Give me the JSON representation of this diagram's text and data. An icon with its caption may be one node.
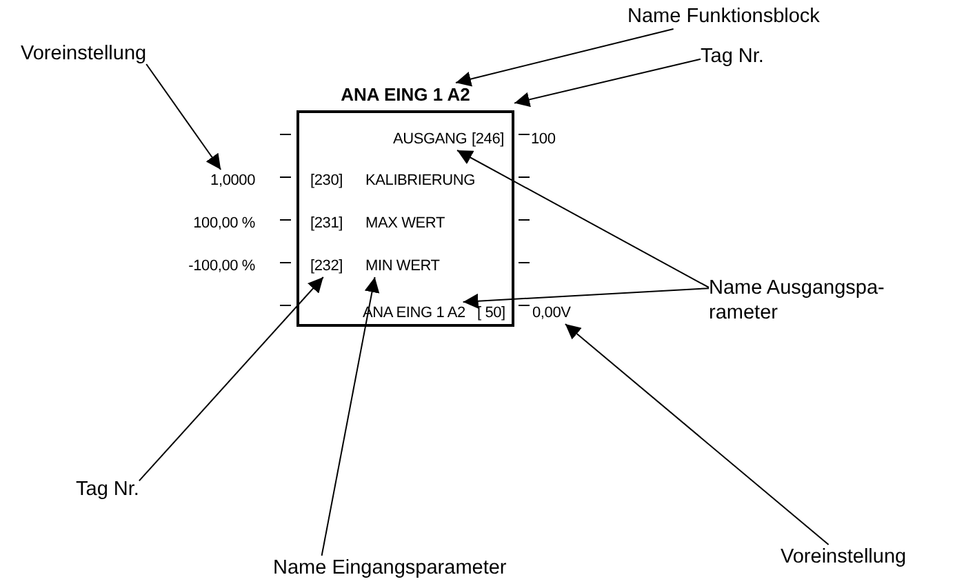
{
  "diagram": {
    "nodes": [
      {
        "text": [
          "Name Funktionsblock"
        ]
      },
      {
        "text": [
          "Tag Nr."
        ]
      },
      {
        "text": [
          "Voreinstellung"
        ]
      },
      {
        "text": [
          "ANA EING 1 A2"
        ]
      },
      {
        "text": [
          "AUSGANG"
        ],
        "in": 3
      },
      {
        "text": [
          "[246]"
        ],
        "in": 3
      },
      {
        "text": [
          "[230]"
        ],
        "in": 3
      },
      {
        "text": [
          "KALIBRIERUNG"
        ],
        "in": 3
      },
      {
        "text": [
          "[231]"
        ],
        "in": 3
      },
      {
        "text": [
          "MAX WERT"
        ],
        "in": 3
      },
      {
        "text": [
          "[232]"
        ],
        "in": 3
      },
      {
        "text": [
          "MIN WERT"
        ],
        "in": 3
      },
      {
        "text": [
          "ANA EING 1 A2"
        ],
        "in": 3
      },
      {
        "text": [
          "[ 50]"
        ],
        "in": 3
      },
      {
        "text": [
          "1,0000"
        ]
      },
      {
        "text": [
          "0,00V"
        ]
      },
      {
        "text": [
          "Name Ausgangspa- rameter"
        ]
      },
      {
        "text": [
          "Tag Nr."
        ]
      },
      {
        "text": [
          "Name Eingangsparameter"
        ]
      },
      {
        "text": [
          "Voreinstellung"
        ]
      }
    ],
    "edges": [
      {
        "from": 0,
        "to": 3,
        "arrow": "to"
      },
      {
        "from": 1,
        "to": 3,
        "arrow": "to"
      },
      {
        "from": 2,
        "to": 14,
        "arrow": "to"
      },
      {
        "from": 16,
        "to": 4,
        "arrow": "to"
      },
      {
        "from": 16,
        "to": 12,
        "arrow": "to"
      },
      {
        "from": 17,
        "to": 10,
        "arrow": "to"
      },
      {
        "from": 18,
        "to": 11,
        "arrow": "to"
      },
      {
        "from": 19,
        "to": 15,
        "arrow": "to"
      }
    ],
    "labels": [
      "100",
      "100,00 %",
      "-100,00 %"
    ]
  }
}
